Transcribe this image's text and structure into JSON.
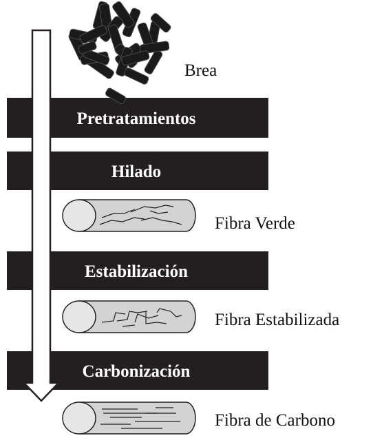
{
  "labels": {
    "brea": "Brea",
    "fibra_verde": "Fibra Verde",
    "fibra_estabilizada": "Fibra Estabilizada",
    "fibra_carbono": "Fibra de Carbono"
  },
  "stages": [
    {
      "label": "Pretratamientos"
    },
    {
      "label": "Hilado"
    },
    {
      "label": "Estabilización"
    },
    {
      "label": "Carbonización"
    }
  ],
  "colors": {
    "bar": "#231f20",
    "fiber_fill": "#d3d3d3",
    "fiber_stroke": "#231f20"
  },
  "icons": {
    "pellets": "pitch-pellets-icon",
    "fiber": "fiber-cylinder-icon",
    "arrow": "process-flow-arrow"
  }
}
